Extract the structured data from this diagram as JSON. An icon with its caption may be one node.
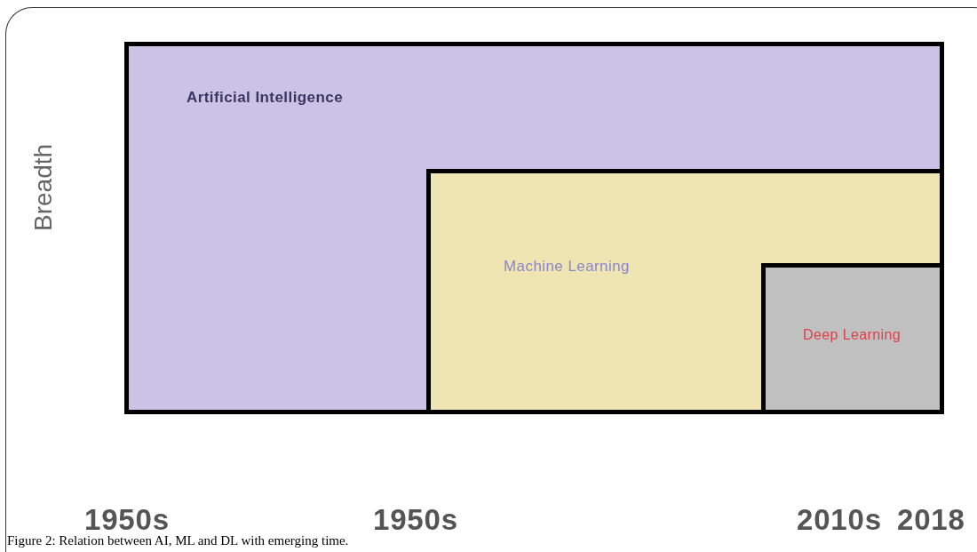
{
  "diagram": {
    "caption": "Figure 2: Relation between AI, ML and DL with emerging time.",
    "nodes": [
      {
        "text": [
          "Artificial Intelligence"
        ]
      },
      {
        "text": [
          "Machine Learning"
        ],
        "in": 0
      },
      {
        "text": [
          "Deep Learning"
        ],
        "in": 1
      }
    ],
    "labels": [
      "Breadth",
      "1950s",
      "1950s",
      "2010s",
      "2018"
    ]
  }
}
